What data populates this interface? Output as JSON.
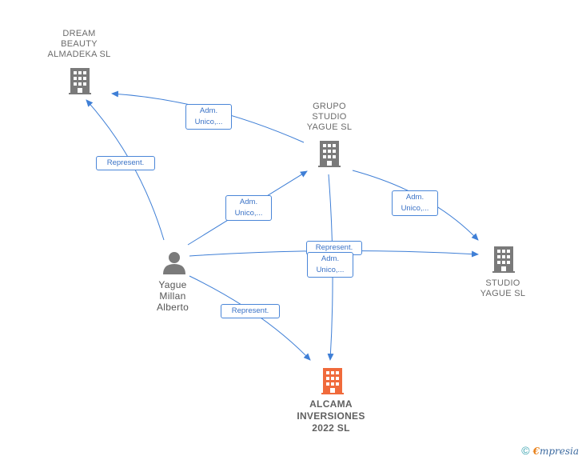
{
  "nodes": {
    "dream": {
      "lines": [
        "DREAM",
        "BEAUTY",
        "ALMADEKA SL"
      ],
      "kind": "company"
    },
    "grupo": {
      "lines": [
        "GRUPO",
        "STUDIO",
        "YAGUE SL"
      ],
      "kind": "company"
    },
    "studio": {
      "lines": [
        "STUDIO",
        "YAGUE SL"
      ],
      "kind": "company"
    },
    "person": {
      "lines": [
        "Yague",
        "Millan",
        "Alberto"
      ],
      "kind": "person"
    },
    "alcama": {
      "lines": [
        "ALCAMA",
        "INVERSIONES",
        "2022 SL"
      ],
      "kind": "focus-company"
    }
  },
  "edges": {
    "grupo_dream": [
      "Adm.",
      "Unico,..."
    ],
    "person_dream": [
      "Represent."
    ],
    "person_grupo": [
      "Adm.",
      "Unico,..."
    ],
    "grupo_studio": [
      "Adm.",
      "Unico,..."
    ],
    "person_studio": [
      "Represent."
    ],
    "grupo_alcama": [
      "Adm.",
      "Unico,..."
    ],
    "person_alcama": [
      "Represent."
    ]
  },
  "colors": {
    "edge": "#3f7fd6",
    "company_icon": "#7a7a7a",
    "focus_icon": "#f06a3b",
    "person_icon": "#7a7a7a"
  },
  "footer": {
    "copyright": "©",
    "brand_first": "€",
    "brand_rest": "mpresia"
  }
}
